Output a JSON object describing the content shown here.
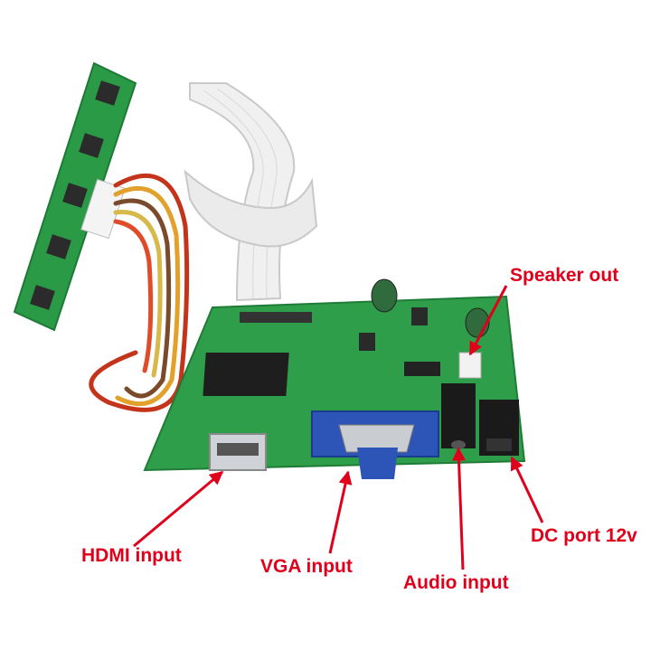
{
  "labels": {
    "speaker_out": "Speaker out",
    "hdmi_input": "HDMI input",
    "vga_input": "VGA input",
    "audio_input": "Audio input",
    "dc_port": "DC port 12v"
  },
  "colors": {
    "label_text": "#e0001b",
    "arrow": "#e0001b",
    "pcb": "#2f9e4a",
    "vga_connector": "#2d55b8",
    "ribbon": "#eeeeee"
  }
}
